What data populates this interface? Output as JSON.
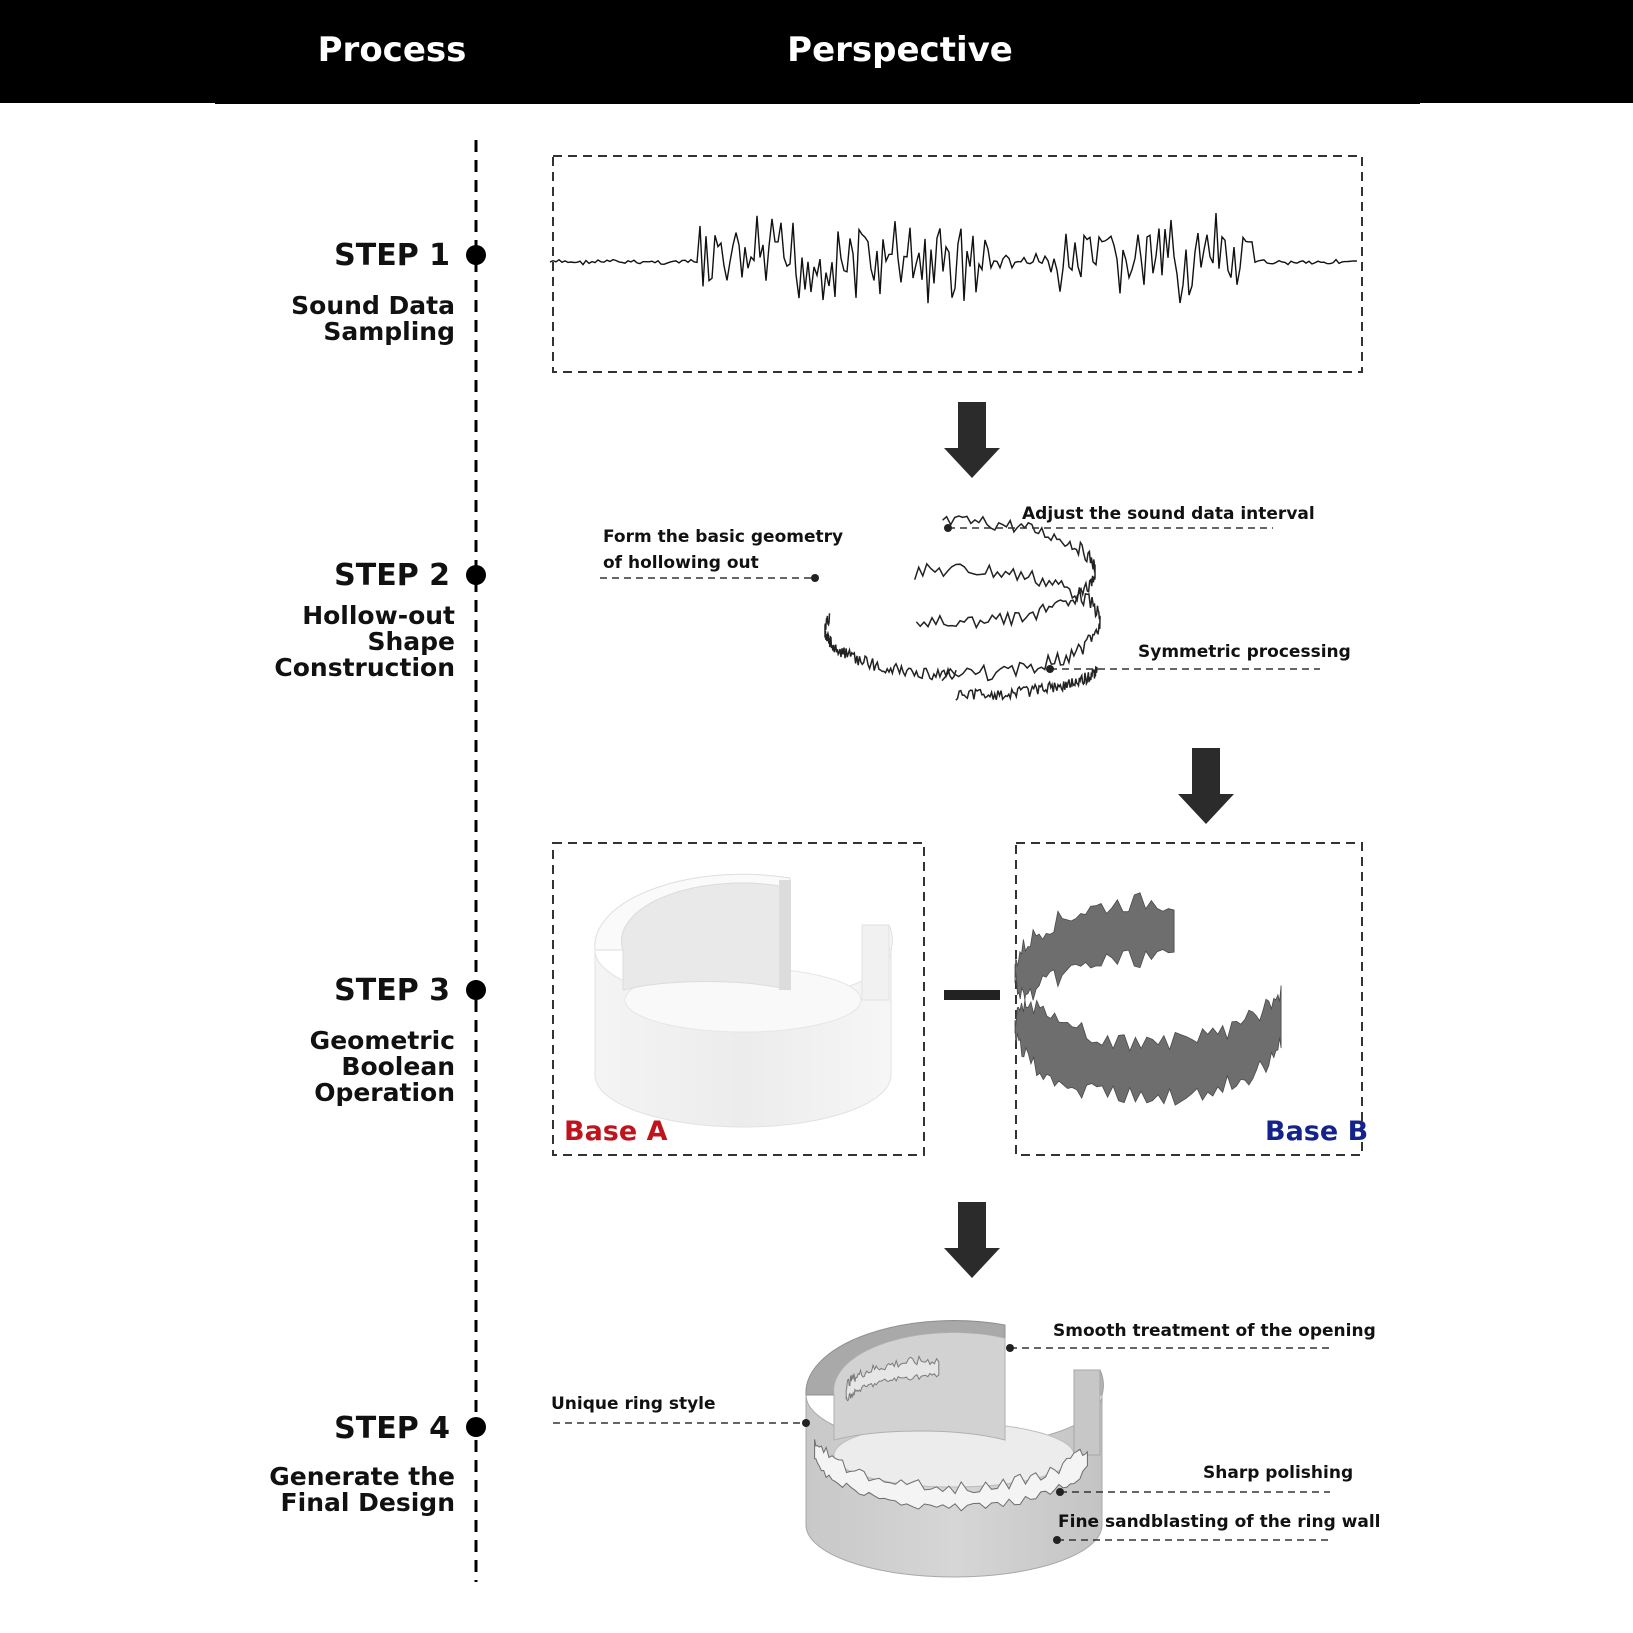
{
  "header": {
    "process_label": "Process",
    "perspective_label": "Perspective"
  },
  "steps": [
    {
      "title": "STEP 1",
      "subtitle_lines": [
        "Sound Data",
        "Sampling"
      ]
    },
    {
      "title": "STEP 2",
      "subtitle_lines": [
        "Hollow-out",
        "Shape",
        "Construction"
      ]
    },
    {
      "title": "STEP 3",
      "subtitle_lines": [
        "Geometric",
        "Boolean",
        "Operation"
      ]
    },
    {
      "title": "STEP 4",
      "subtitle_lines": [
        "Generate the",
        "Final Design"
      ]
    }
  ],
  "step2_annotations": {
    "adjust_interval": "Adjust the sound data interval",
    "basic_geometry_line1": "Form the basic geometry",
    "basic_geometry_line2": "of hollowing out",
    "symmetric": "Symmetric processing"
  },
  "step3": {
    "base_a": "Base A",
    "base_b": "Base B",
    "operator": "−"
  },
  "step4_annotations": {
    "smooth_opening": "Smooth treatment of the opening",
    "unique_style": "Unique ring style",
    "sharp_polishing": "Sharp polishing",
    "sandblasting": "Fine sandblasting of the ring wall"
  },
  "colors": {
    "header_bg": "#000000",
    "base_a": "#c0141c",
    "base_b": "#14238c",
    "arrow": "#2b2b2b"
  }
}
